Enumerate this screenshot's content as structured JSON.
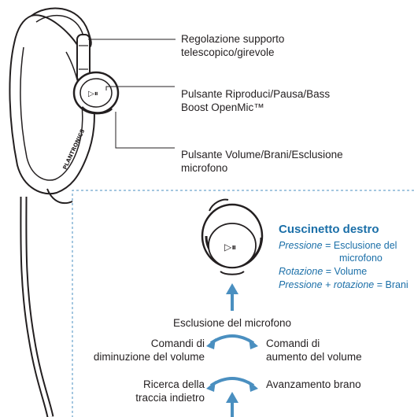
{
  "callouts": {
    "support": [
      "Regolazione supporto",
      "telescopico/girevole"
    ],
    "play": [
      "Pulsante Riproduci/Pausa/Bass",
      "Boost OpenMic™"
    ],
    "volume": [
      "Pulsante Volume/Brani/Esclusione",
      "microfono"
    ]
  },
  "brand": "PLANTRONICS",
  "panel": {
    "title": "Cuscinetto destro",
    "press_label": "Pressione",
    "press_value_1": "= Esclusione del",
    "press_value_2": "microfono",
    "rotate_label": "Rotazione",
    "rotate_value": "= Volume",
    "combo_label": "Pressione + rotazione",
    "combo_value": "= Brani",
    "mute": "Esclusione del microfono",
    "vol_down": [
      "Comandi di",
      "diminuzione del volume"
    ],
    "vol_up": [
      "Comandi di",
      "aumento del volume"
    ],
    "track_back": [
      "Ricerca della",
      "traccia indietro"
    ],
    "track_forward": "Avanzamento brano"
  },
  "colors": {
    "accent": "#1b6fa8",
    "arrow": "#4a8fc0",
    "line": "#231f20"
  }
}
